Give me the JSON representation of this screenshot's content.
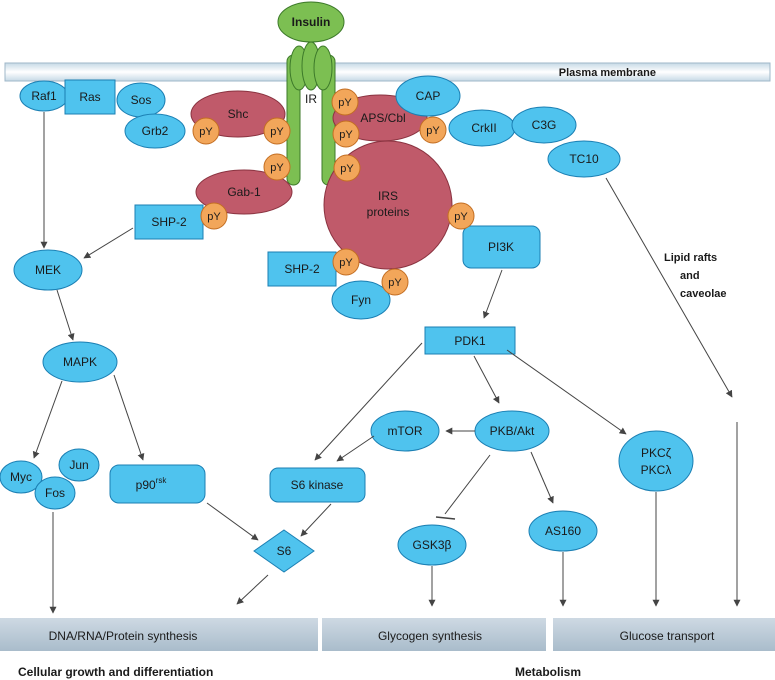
{
  "membrane": {
    "label": "Plasma membrane"
  },
  "insulin": {
    "label": "Insulin"
  },
  "receptor": {
    "label": "IR"
  },
  "phospho": {
    "label": "pY"
  },
  "proteins": {
    "raf1": "Raf1",
    "ras": "Ras",
    "sos": "Sos",
    "grb2": "Grb2",
    "shc": "Shc",
    "gab1": "Gab-1",
    "shp2_a": "SHP-2",
    "shp2_b": "SHP-2",
    "aps_cbl": "APS/Cbl",
    "cap": "CAP",
    "crkii": "CrkII",
    "c3g": "C3G",
    "tc10": "TC10",
    "irs_line1": "IRS",
    "irs_line2": "proteins",
    "pi3k": "PI3K",
    "fyn": "Fyn",
    "pdk1": "PDK1",
    "mek": "MEK",
    "mapk": "MAPK",
    "myc": "Myc",
    "jun": "Jun",
    "fos": "Fos",
    "p90_main": "p90",
    "p90_sup": "rsk",
    "s6kinase": "S6 kinase",
    "s6": "S6",
    "mtor": "mTOR",
    "pkb": "PKB/Akt",
    "gsk3b": "GSK3β",
    "as160": "AS160",
    "pkc_line1": "PKCζ",
    "pkc_line2": "PKCλ"
  },
  "annotations": {
    "lipid_line1": "Lipid rafts",
    "lipid_line2": "and",
    "lipid_line3": "caveolae"
  },
  "outputs": {
    "synthesis": "DNA/RNA/Protein synthesis",
    "glycogen": "Glycogen synthesis",
    "glucose": "Glucose transport"
  },
  "categories": {
    "growth": "Cellular growth and differentiation",
    "metabolism": "Metabolism"
  },
  "colors": {
    "blue_fill": "#4fc3ee",
    "blue_stroke": "#1b7fb3",
    "red_fill": "#c05a6a",
    "red_stroke": "#8a3340",
    "green_fill": "#7cbf52",
    "green_stroke": "#3d7a2a",
    "orange_fill": "#f2a65a",
    "orange_stroke": "#c36e22",
    "bar_fill": "#b9ccd8"
  }
}
